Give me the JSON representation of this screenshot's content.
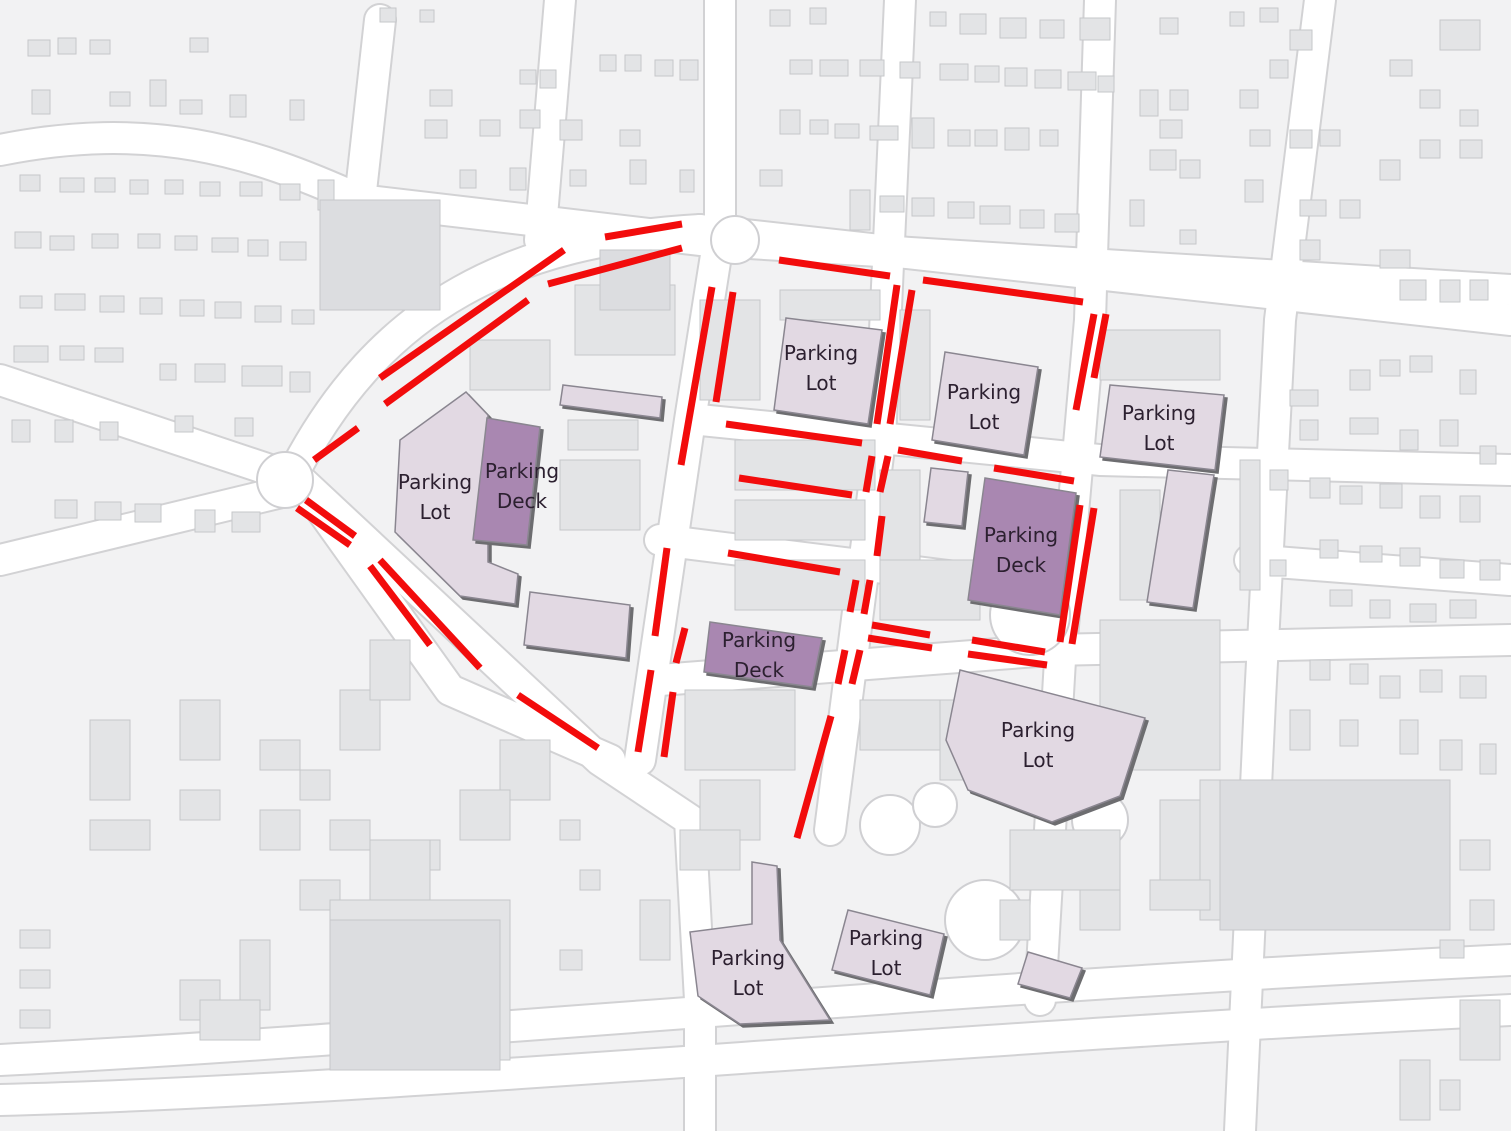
{
  "map": {
    "colors": {
      "background": "#f2f2f3",
      "road": "#ffffff",
      "road_outline": "#d2d2d4",
      "building": "#e3e4e6",
      "building_outline": "#c6c7ca",
      "parking_lot": "#e2d9e3",
      "parking_deck": "#a987b1",
      "lot_shadow": "#6d6d70",
      "on_street_parking": "#f20c0c"
    },
    "facilities": [
      {
        "kind": "lot",
        "line1": "Parking",
        "line2": "Lot"
      },
      {
        "kind": "deck",
        "line1": "Parking",
        "line2": "Deck"
      },
      {
        "kind": "lot",
        "line1": "Parking",
        "line2": "Lot"
      },
      {
        "kind": "lot",
        "line1": "Parking",
        "line2": "Lot"
      },
      {
        "kind": "lot",
        "line1": "Parking",
        "line2": "Lot"
      },
      {
        "kind": "deck",
        "line1": "Parking",
        "line2": "Deck"
      },
      {
        "kind": "deck",
        "line1": "Parking",
        "line2": "Deck"
      },
      {
        "kind": "lot",
        "line1": "Parking",
        "line2": "Lot"
      },
      {
        "kind": "lot",
        "line1": "Parking",
        "line2": "Lot"
      },
      {
        "kind": "lot",
        "line1": "Parking",
        "line2": "Lot"
      }
    ],
    "unlabeled_lots": 5,
    "on_street_parking_segments": 42
  }
}
